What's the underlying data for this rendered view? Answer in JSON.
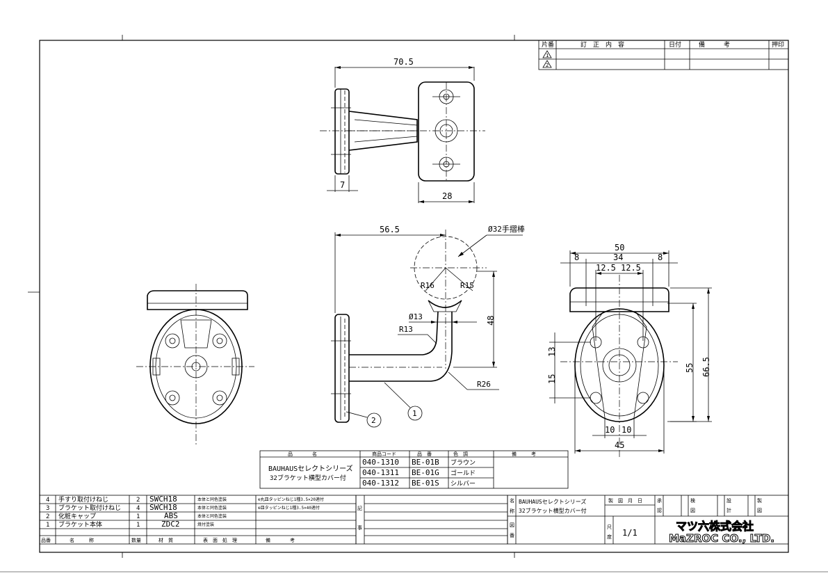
{
  "revision_table": {
    "headers": [
      "片番",
      "訂　正　内　容",
      "日付",
      "備　　　考",
      "押印"
    ],
    "rows": [
      "1",
      "2"
    ]
  },
  "dimensions": {
    "top": {
      "width": "70.5",
      "plate": "28",
      "offset": "7"
    },
    "side": {
      "reach": "56.5",
      "rail": "Ø32手摺棒",
      "r16": "R16",
      "r15": "R15",
      "d13": "Ø13",
      "r13": "R13",
      "h48": "48",
      "r26": "R26",
      "callout1": "1",
      "callout2": "2"
    },
    "front": {
      "w50": "50",
      "w8a": "8",
      "w34": "34",
      "w8b": "8",
      "w125a": "12.5",
      "w125b": "12.5",
      "h13": "13",
      "h15": "15",
      "h55": "55",
      "h665": "66.5",
      "w10a": "10",
      "w10b": "10",
      "w45": "45"
    }
  },
  "product_table": {
    "headers": [
      "品　　　　名",
      "商品コード",
      "品　番",
      "色　調",
      "備　　　考"
    ],
    "name_line1": "BAUHAUSセレクトシリーズ",
    "name_line2": "32ブラケット横型カバー付",
    "rows": [
      {
        "code": "040-1310",
        "part": "BE-01B",
        "color": "ブラウン"
      },
      {
        "code": "040-1311",
        "part": "BE-01G",
        "color": "ゴールド"
      },
      {
        "code": "040-1312",
        "part": "BE-01S",
        "color": "シルバー"
      }
    ]
  },
  "parts_list": {
    "headers": [
      "品番",
      "名　　　称",
      "数量",
      "材　質",
      "表　面　処　理",
      "備　　　　考"
    ],
    "rows": [
      {
        "no": "4",
        "name": "手すり取付けねじ",
        "qty": "2",
        "material": "SWCH18",
        "finish": "本体と同色塗装",
        "note": "⊕丸皿タッピンねじ1種3.5×20適付"
      },
      {
        "no": "3",
        "name": "ブラケット取付けねじ",
        "qty": "4",
        "material": "SWCH18",
        "finish": "本体と同色塗装",
        "note": "⊕皿タッピンねじ1種3.5×40適付"
      },
      {
        "no": "2",
        "name": "化粧キャップ",
        "qty": "1",
        "material": "ABS",
        "finish": "本体と同色塗装",
        "note": ""
      },
      {
        "no": "1",
        "name": "ブラケット本体",
        "qty": "1",
        "material": "ZDC2",
        "finish": "焼付塗装",
        "note": ""
      }
    ]
  },
  "notes_labels": {
    "ki": "記",
    "ji": "事"
  },
  "title_block": {
    "name_label_1": "名",
    "name_label_2": "称",
    "title_line1": "BAUHAUSセレクトシリーズ",
    "title_line2": "32ブラケット横型カバー付",
    "drawing_no_label_1": "図",
    "drawing_no_label_2": "番",
    "date_label": "製　図　月　日",
    "scale_label_1": "尺",
    "scale_label_2": "度",
    "scale_value": "1/1",
    "approve_1": "承",
    "approve_2": "認",
    "inspect_1": "検",
    "inspect_2": "図",
    "design_1": "設",
    "design_2": "計",
    "draft_1": "製",
    "draft_2": "図",
    "company_jp": "マツ六株式会社",
    "company_en": "MaZROC CO., LTD."
  }
}
